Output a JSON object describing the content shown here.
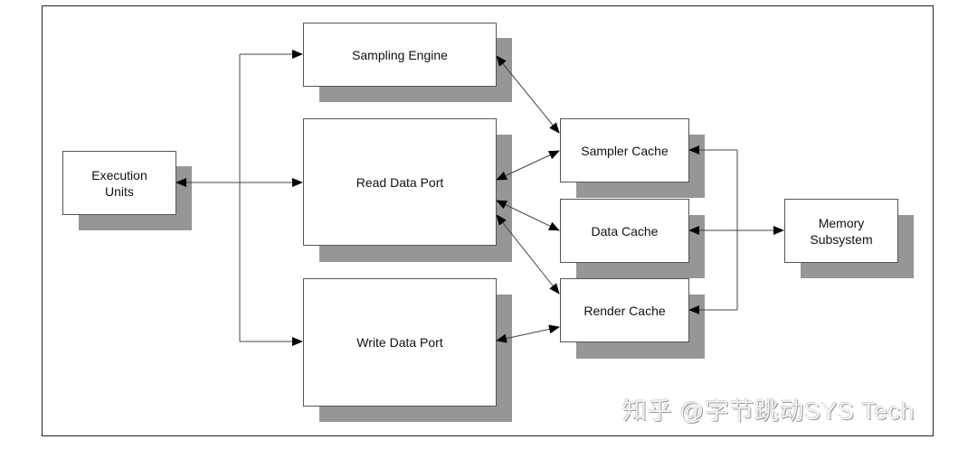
{
  "diagram": {
    "blocks": [
      {
        "id": "execution-units",
        "label": "Execution\nUnits"
      },
      {
        "id": "sampling-engine",
        "label": "Sampling Engine"
      },
      {
        "id": "read-data-port",
        "label": "Read Data Port"
      },
      {
        "id": "write-data-port",
        "label": "Write Data Port"
      },
      {
        "id": "sampler-cache",
        "label": "Sampler Cache"
      },
      {
        "id": "data-cache",
        "label": "Data Cache"
      },
      {
        "id": "render-cache",
        "label": "Render Cache"
      },
      {
        "id": "memory-subsystem",
        "label": "Memory\nSubsystem"
      }
    ],
    "connections": [
      {
        "from": "execution-units",
        "to": "sampling-engine",
        "direction": "bidirectional-bus"
      },
      {
        "from": "execution-units",
        "to": "read-data-port",
        "direction": "bidirectional-bus"
      },
      {
        "from": "execution-units",
        "to": "write-data-port",
        "direction": "bidirectional-bus"
      },
      {
        "from": "sampling-engine",
        "to": "sampler-cache",
        "direction": "bidirectional"
      },
      {
        "from": "read-data-port",
        "to": "sampler-cache",
        "direction": "bidirectional"
      },
      {
        "from": "read-data-port",
        "to": "data-cache",
        "direction": "bidirectional"
      },
      {
        "from": "read-data-port",
        "to": "render-cache",
        "direction": "bidirectional"
      },
      {
        "from": "write-data-port",
        "to": "render-cache",
        "direction": "bidirectional"
      },
      {
        "from": "memory-subsystem",
        "to": "sampler-cache",
        "direction": "bidirectional-bus"
      },
      {
        "from": "memory-subsystem",
        "to": "data-cache",
        "direction": "bidirectional-bus"
      },
      {
        "from": "memory-subsystem",
        "to": "render-cache",
        "direction": "bidirectional-bus"
      }
    ]
  },
  "watermark": "知乎 @字节跳动SYS Tech"
}
